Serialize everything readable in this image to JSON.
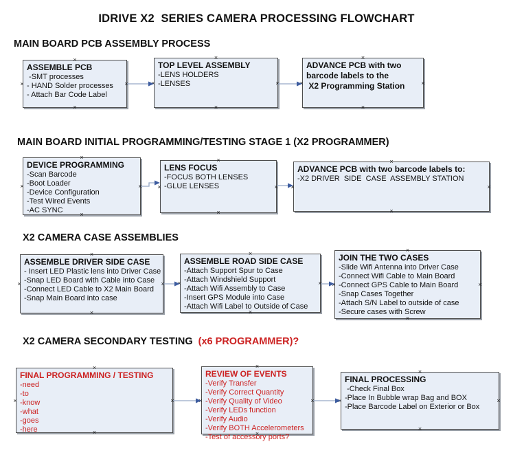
{
  "title": "IDRIVE X2  SERIES CAMERA PROCESSING FLOWCHART",
  "colors": {
    "accent_red": "#CC2222",
    "box_fill": "#E8EEF7",
    "box_border": "#4D4D4D",
    "arrow_line": "#96A9C7",
    "arrow_head": "#3D5C9F"
  },
  "icons": {
    "connector_handle": "×"
  },
  "sections": [
    {
      "heading": "MAIN BOARD PCB ASSEMBLY PROCESS",
      "boxes": [
        {
          "title": "ASSEMBLE PCB",
          "items": [
            " -SMT processes",
            "- HAND Solder processes",
            "- Attach Bar Code Label"
          ]
        },
        {
          "title": "TOP LEVEL ASSEMBLY",
          "items": [
            "-LENS HOLDERS",
            "-LENSES"
          ]
        },
        {
          "title": "ADVANCE PCB with two\nbarcode labels to the\n X2 Programming Station",
          "items": []
        }
      ]
    },
    {
      "heading": "MAIN BOARD INITIAL PROGRAMMING/TESTING STAGE 1 (X2 PROGRAMMER)",
      "boxes": [
        {
          "title": "DEVICE PROGRAMMING",
          "items": [
            "-Scan Barcode",
            "-Boot Loader",
            "-Device Configuration",
            "-Test Wired Events",
            "-AC SYNC"
          ]
        },
        {
          "title": "LENS FOCUS",
          "items": [
            "-FOCUS BOTH LENSES",
            "-GLUE LENSES"
          ]
        },
        {
          "title": "ADVANCE PCB with two barcode labels to:",
          "items": [
            "-X2 DRIVER  SIDE  CASE  ASSEMBLY STATION"
          ]
        }
      ]
    },
    {
      "heading": "X2 CAMERA CASE ASSEMBLIES",
      "boxes": [
        {
          "title": "ASSEMBLE DRIVER SIDE CASE",
          "items": [
            "- Insert LED Plastic lens into Driver Case",
            "-Snap LED Board with Cable into Case",
            "-Connect LED Cable to X2 Main Board",
            "-Snap Main Board into case"
          ]
        },
        {
          "title": "ASSEMBLE ROAD SIDE CASE",
          "items": [
            "-Attach Support Spur to Case",
            "-Attach Windshield Support",
            "-Attach Wifi Assembly to Case",
            "-Insert GPS Module into Case",
            "-Attach Wifi Label to Outside of Case"
          ]
        },
        {
          "title": "JOIN THE TWO CASES",
          "items": [
            "-Slide Wifi Antenna into Driver Case",
            "-Connect Wifi Cable to Main Board",
            "-Connect GPS Cable to Main Board",
            "-Snap Cases Together",
            "-Attach S/N Label to outside of case",
            "-Secure cases with Screw"
          ]
        }
      ]
    },
    {
      "heading_main": "X2 CAMERA SECONDARY TESTING ",
      "heading_accent": " (x6 PROGRAMMER)?",
      "boxes": [
        {
          "title": "FINAL PROGRAMMING / TESTING",
          "items": [
            "-need",
            "-to",
            "-know",
            "-what",
            "-goes",
            "-here"
          ]
        },
        {
          "title": "REVIEW OF EVENTS",
          "items": [
            "-Verify Transfer",
            "-Verify Correct Quantity",
            "-Verify Quality of Video",
            "-Verify LEDs function",
            "-Verify Audio",
            "-Verify BOTH Accelerometers",
            "-Test of accessory ports?"
          ]
        },
        {
          "title": "FINAL PROCESSING",
          "items": [
            " -Check Final Box",
            "-Place In Bubble wrap Bag and BOX",
            "-Place Barcode Label on Exterior or Box"
          ]
        }
      ]
    }
  ]
}
